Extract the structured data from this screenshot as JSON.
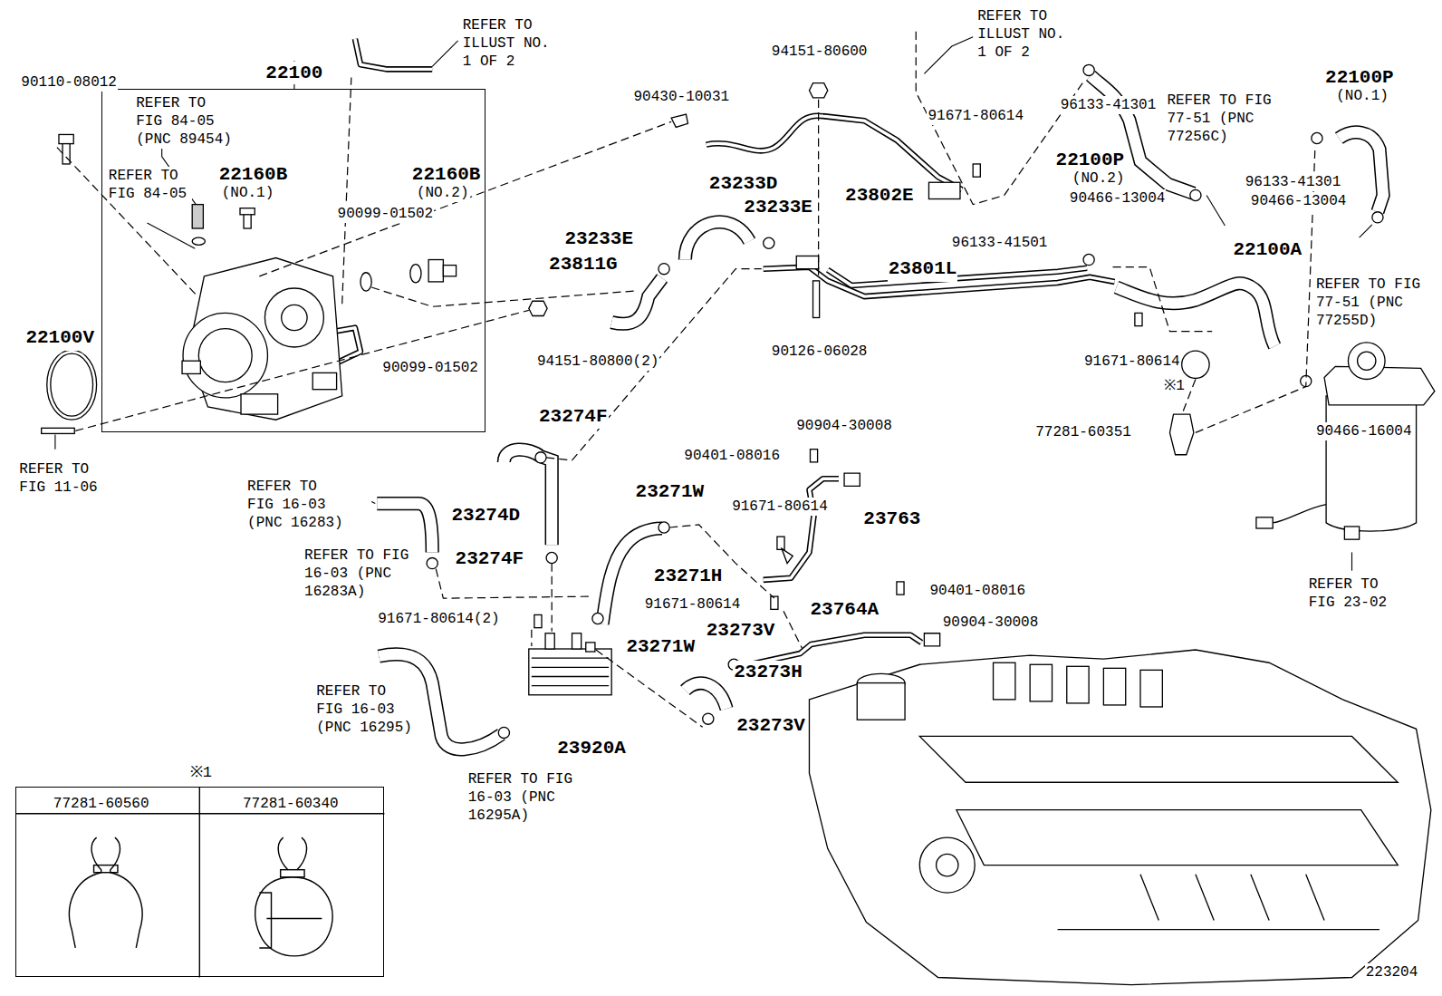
{
  "diagram": {
    "nodes": [
      {
        "text": [
          "22100"
        ]
      },
      {
        "text": [
          "※1"
        ]
      }
    ],
    "labels": [
      "90110-08012",
      "REFER TO FIG 84-05 (PNC 89454)",
      "REFER TO FIG 84-05",
      "22160B",
      "(NO.1)",
      "22160B",
      "(NO.2)",
      "90099-01502",
      "90099-01502",
      "22100V",
      "REFER TO FIG 11-06",
      "REFER TO ILLUST NO. 1 OF 2",
      "REFER TO ILLUST NO. 1 OF 2",
      "94151-80600",
      "90430-10031",
      "91671-80614",
      "96133-41301",
      "REFER TO FIG 77-51 (PNC 77256C)",
      "22100P",
      "(NO.1)",
      "22100P",
      "(NO.2)",
      "90466-13004",
      "96133-41301",
      "90466-13004",
      "23802E",
      "23233D",
      "23233E",
      "23233E",
      "23811G",
      "96133-41501",
      "23801L",
      "22100A",
      "REFER TO FIG 77-51 (PNC 77255D)",
      "94151-80800(2)",
      "90126-06028",
      "91671-80614",
      "※1",
      "77281-60351",
      "90466-16004",
      "REFER TO FIG 23-02",
      "23274F",
      "90904-30008",
      "90401-08016",
      "REFER TO FIG 16-03 (PNC 16283)",
      "23274D",
      "23271W",
      "91671-80614",
      "23763",
      "REFER TO FIG 16-03 (PNC 16283A)",
      "23274F",
      "23271H",
      "91671-80614(2)",
      "91671-80614",
      "23764A",
      "90401-08016",
      "90904-30008",
      "23273V",
      "23271W",
      "REFER TO FIG 16-03 (PNC 16295)",
      "23273H",
      "23273V",
      "23920A",
      "REFER TO FIG 16-03 (PNC 16295A)",
      "223204",
      "77281-60560",
      "77281-60340"
    ]
  }
}
